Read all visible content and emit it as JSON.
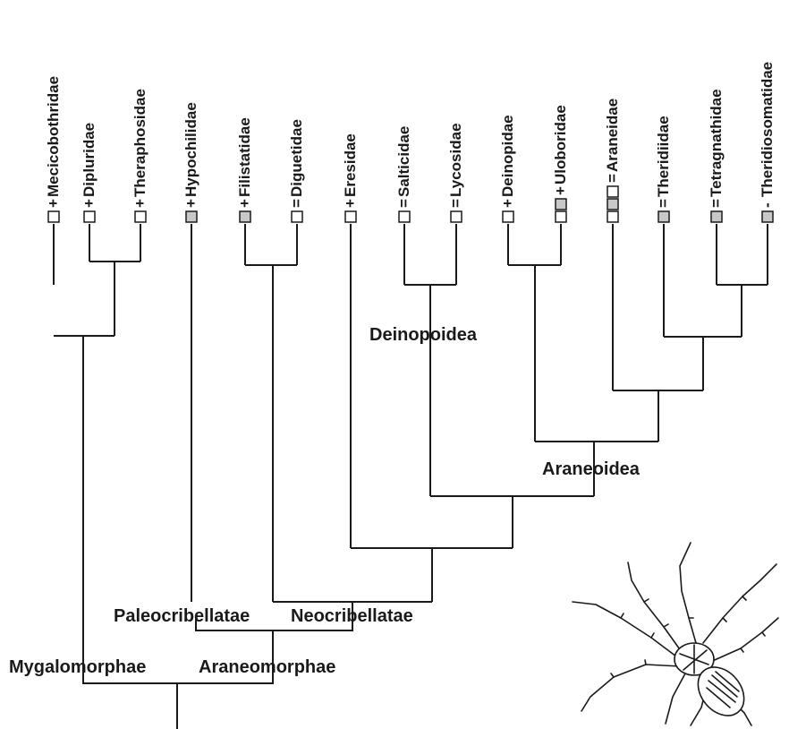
{
  "taxa": [
    {
      "name": "Mecicobothridae",
      "marker": "+",
      "boxes": [
        "#ffffff"
      ]
    },
    {
      "name": "Dipluridae",
      "marker": "+",
      "boxes": [
        "#ffffff"
      ]
    },
    {
      "name": "Theraphosidae",
      "marker": "+",
      "boxes": [
        "#ffffff"
      ]
    },
    {
      "name": "Hypochilidae",
      "marker": "+",
      "boxes": [
        "#c8c8c8"
      ]
    },
    {
      "name": "Filistatidae",
      "marker": "+",
      "boxes": [
        "#c8c8c8"
      ]
    },
    {
      "name": "Diguetidae",
      "marker": "=",
      "boxes": [
        "#ffffff"
      ]
    },
    {
      "name": "Eresidae",
      "marker": "+",
      "boxes": [
        "#ffffff"
      ]
    },
    {
      "name": "Salticidae",
      "marker": "=",
      "boxes": [
        "#ffffff"
      ]
    },
    {
      "name": "Lycosidae",
      "marker": "=",
      "boxes": [
        "#ffffff"
      ]
    },
    {
      "name": "Deinopidae",
      "marker": "+",
      "boxes": [
        "#ffffff"
      ]
    },
    {
      "name": "Uloboridae",
      "marker": "+",
      "boxes": [
        "#ffffff",
        "#c8c8c8"
      ]
    },
    {
      "name": "Araneidae",
      "marker": "=",
      "boxes": [
        "#ffffff",
        "#c8c8c8",
        "#ffffff"
      ]
    },
    {
      "name": "Theridiidae",
      "marker": "=",
      "boxes": [
        "#c8c8c8"
      ]
    },
    {
      "name": "Tetragnathidae",
      "marker": "=",
      "boxes": [
        "#c8c8c8"
      ]
    },
    {
      "name": "Theridiosomatidae",
      "marker": "-",
      "boxes": [
        "#c8c8c8"
      ]
    }
  ],
  "clades": {
    "deinopoidea": "Deinopoidea",
    "araneoidea": "Araneoidea",
    "paleocribellatae": "Paleocribellatae",
    "neocribellatae": "Neocribellatae",
    "mygalomorphae": "Mygalomorphae",
    "araneomorphae": "Araneomorphae"
  },
  "colors": {
    "line": "#1a1a1a",
    "box_white": "#ffffff",
    "box_gray": "#c8c8c8"
  }
}
